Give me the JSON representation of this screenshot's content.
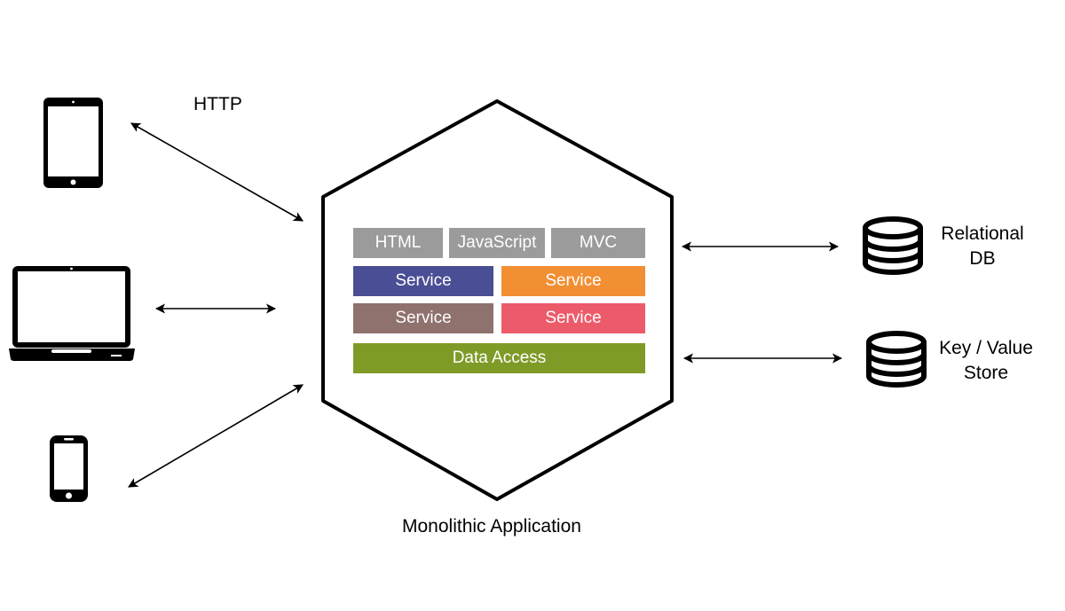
{
  "http_label": "HTTP",
  "app": {
    "caption": "Monolithic Application",
    "ui_layer": [
      {
        "label": "HTML",
        "color": "#9b9b9b"
      },
      {
        "label": "JavaScript",
        "color": "#9b9b9b"
      },
      {
        "label": "MVC",
        "color": "#9b9b9b"
      }
    ],
    "services": [
      {
        "label": "Service",
        "color": "#4a4e94"
      },
      {
        "label": "Service",
        "color": "#f28f32"
      },
      {
        "label": "Service",
        "color": "#8f716d"
      },
      {
        "label": "Service",
        "color": "#ec5b6a"
      }
    ],
    "data_access": {
      "label": "Data Access",
      "color": "#7f9b27"
    }
  },
  "clients": [
    {
      "icon": "tablet-icon"
    },
    {
      "icon": "laptop-icon"
    },
    {
      "icon": "phone-icon"
    }
  ],
  "stores": [
    {
      "icon": "database-icon",
      "line1": "Relational",
      "line2": "DB"
    },
    {
      "icon": "database-icon",
      "line1": "Key / Value",
      "line2": "Store"
    }
  ]
}
